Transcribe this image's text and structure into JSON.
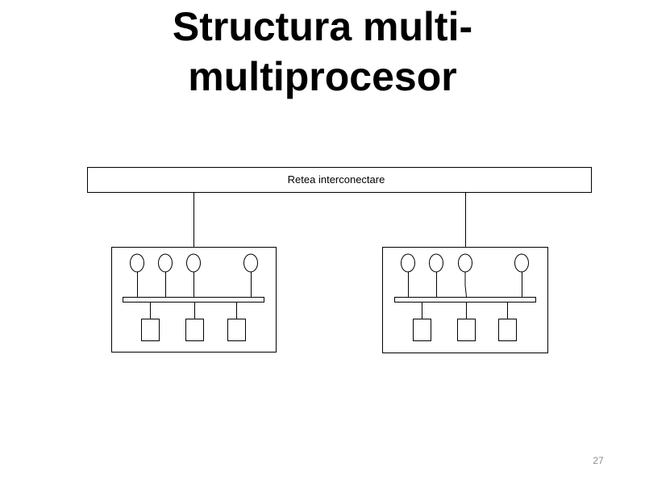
{
  "slide": {
    "title_line1": "Structura multi-",
    "title_line2": "multiprocesor",
    "page_number": "27"
  },
  "diagram": {
    "network_label": "Retea interconectare",
    "nodes": [
      {
        "processors": 4,
        "memories": 3
      },
      {
        "processors": 4,
        "memories": 3
      }
    ]
  }
}
